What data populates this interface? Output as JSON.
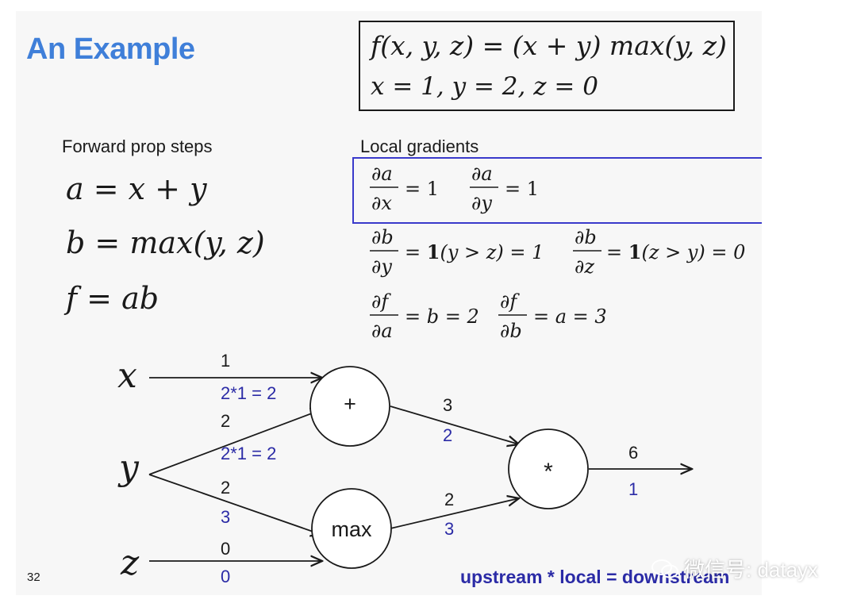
{
  "slide": {
    "title": "An Example",
    "formula_line1": "f(x, y, z) = (x + y) max(y, z)",
    "formula_line2": "x = 1, y = 2, z = 0",
    "forward_label": "Forward prop steps",
    "forward_eqs": [
      "a = x + y",
      "b = max(y, z)",
      "f = ab"
    ],
    "gradients_label": "Local gradients",
    "gradients": {
      "da_dx": "= 1",
      "da_dy": "= 1",
      "db_dy_a": "= ",
      "db_dy_ind": "1",
      "db_dy_b": "(y > z) = 1",
      "db_dz_a": "= ",
      "db_dz_ind": "1",
      "db_dz_b": "(z > y) = 0",
      "df_da": "= b = 2",
      "df_db": "= a = 3"
    },
    "frac_parts": {
      "da": "∂a",
      "dx": "∂x",
      "dy": "∂y",
      "db": "∂b",
      "dz": "∂z",
      "df": "∂f"
    },
    "slide_number": "32",
    "footer": "upstream * local = downstream"
  },
  "graph": {
    "inputs": [
      "x",
      "y",
      "z"
    ],
    "nodes": [
      "+",
      "max",
      "*"
    ],
    "edges": {
      "x_plus": {
        "forward": "1",
        "backward": "2*1 = 2"
      },
      "y_plus": {
        "forward": "2",
        "backward": "2*1 = 2"
      },
      "y_max": {
        "forward": "2",
        "backward": "3"
      },
      "z_max": {
        "forward": "0",
        "backward": "0"
      },
      "plus_mul": {
        "forward": "3",
        "backward": "2"
      },
      "max_mul": {
        "forward": "2",
        "backward": "3"
      },
      "out": {
        "forward": "6",
        "backward": "1"
      }
    }
  },
  "watermark": "微信号: datayx",
  "colors": {
    "title": "#3f7fd9",
    "backward": "#2b2ba6",
    "box_blue": "#3a3acb",
    "ink": "#1a1a1a"
  }
}
